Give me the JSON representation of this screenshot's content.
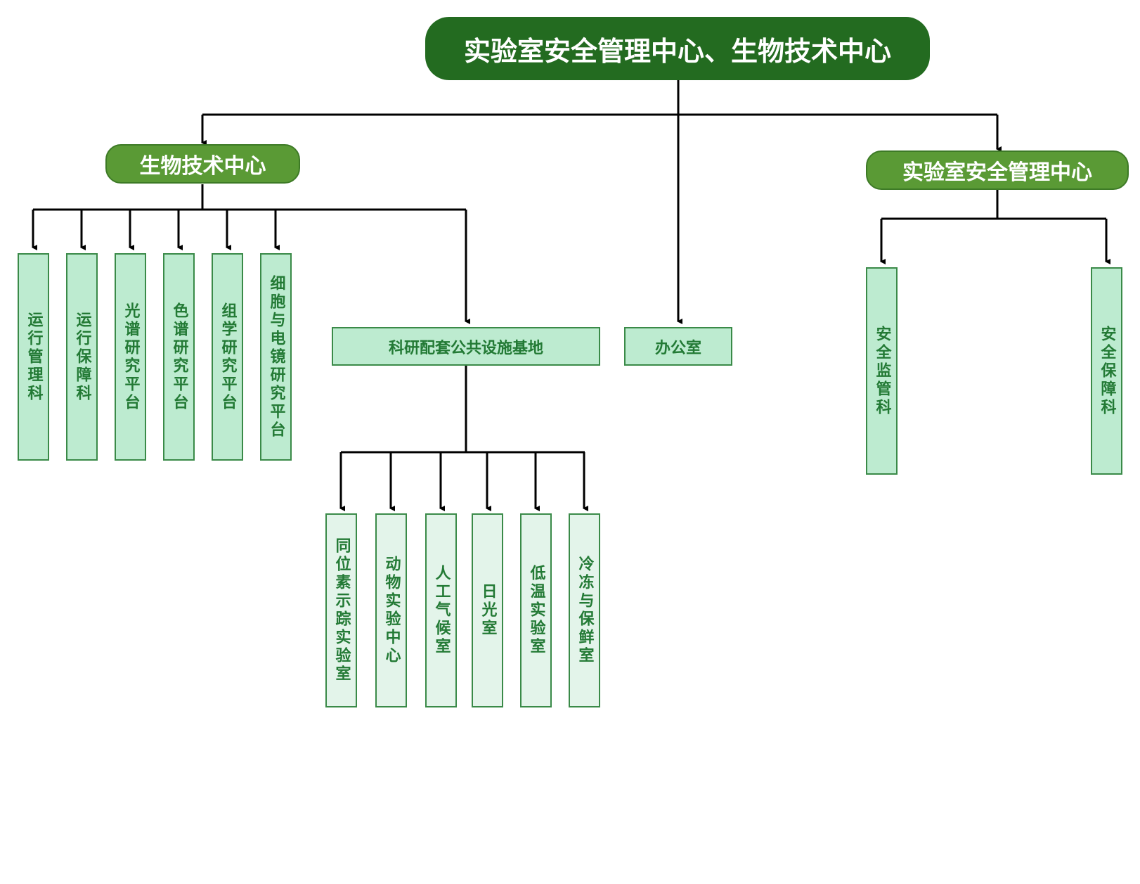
{
  "root": {
    "label": "实验室安全管理中心、生物技术中心"
  },
  "branches": {
    "biotech": {
      "label": "生物技术中心",
      "children": [
        "运行管理科",
        "运行保障科",
        "光谱研究平台",
        "色谱研究平台",
        "组学研究平台",
        "细胞与电镜研究平台"
      ],
      "facility_base": {
        "label": "科研配套公共设施基地",
        "children": [
          "同位素示踪实验室",
          "动物实验中心",
          "人工气候室",
          "日光室",
          "低温实验室",
          "冷冻与保鲜室"
        ]
      }
    },
    "office": {
      "label": "办公室"
    },
    "safety": {
      "label": "实验室安全管理中心",
      "children": [
        "安全监管科",
        "安全保障科"
      ]
    }
  },
  "colors": {
    "root_fill": "#236b20",
    "level1_fill": "#5a9a35",
    "box_fill": "#bdebd0",
    "box_fill_light": "#e3f4ea",
    "box_border": "#3a8a48",
    "box_text": "#237a35",
    "connector": "#000000"
  }
}
